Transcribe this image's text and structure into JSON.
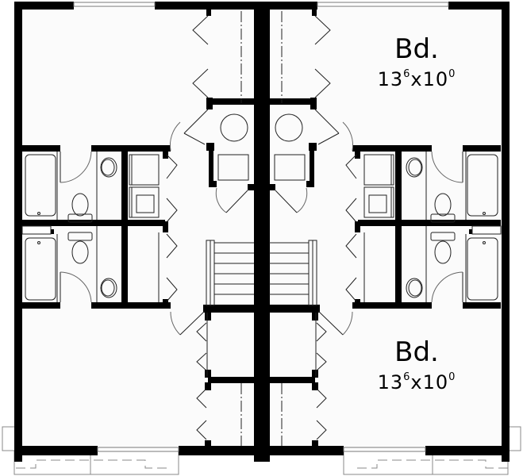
{
  "plan": {
    "type": "duplex upper floor plan",
    "background": "#fbfbfb",
    "wall_color": "#000000",
    "line_color": "#222222",
    "rooms": [
      {
        "id": "bd-top-right",
        "label": "Bd.",
        "dim_ft_a": "13",
        "dim_in_a": "6",
        "sep": "x",
        "dim_ft_b": "10",
        "dim_in_b": "0"
      },
      {
        "id": "bd-bottom-right",
        "label": "Bd.",
        "dim_ft_a": "13",
        "dim_in_a": "6",
        "sep": "x",
        "dim_ft_b": "10",
        "dim_in_b": "0"
      }
    ]
  }
}
